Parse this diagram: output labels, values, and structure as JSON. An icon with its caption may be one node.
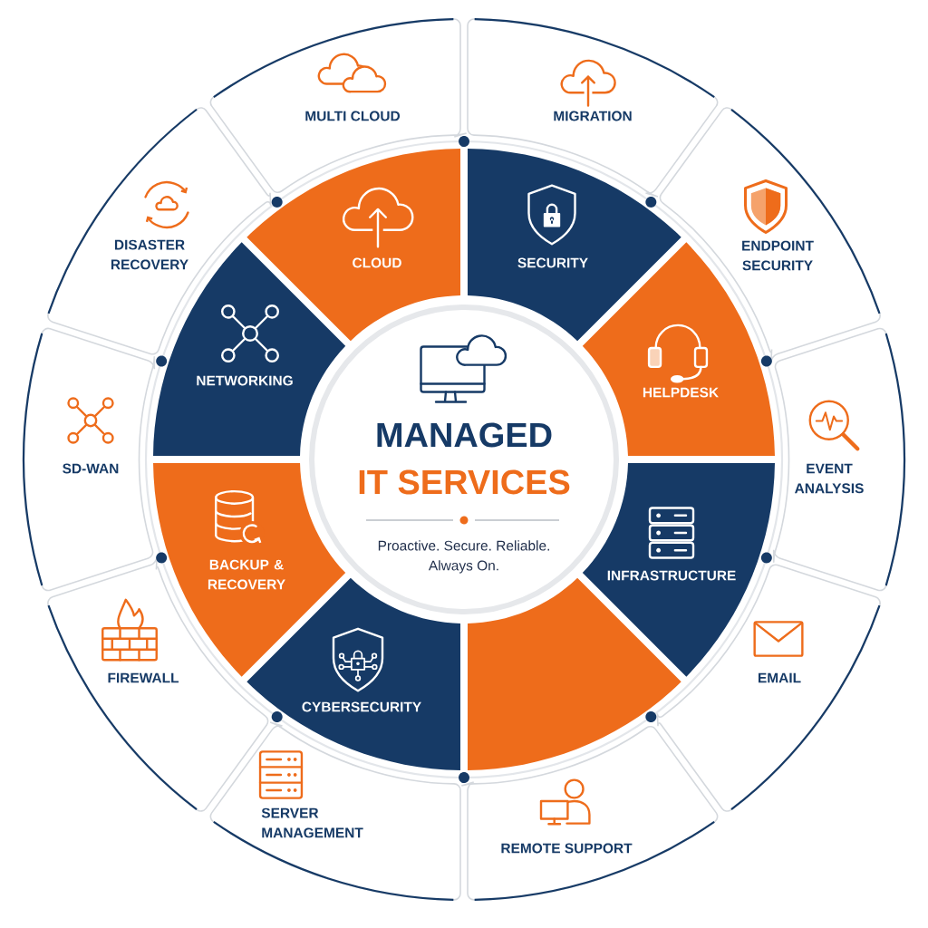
{
  "diagram": {
    "nodes": [
      {
        "text": [
          "MANAGED",
          "IT SERVICES",
          "Proactive. Secure. Reliable. Always On."
        ]
      },
      {
        "text": [
          "CLOUD"
        ]
      },
      {
        "text": [
          "SECURITY"
        ]
      },
      {
        "text": [
          "HELPDESK"
        ]
      },
      {
        "text": [
          "INFRASTRUCTURE"
        ]
      },
      {
        "text": [],
        "shape": "sector"
      },
      {
        "text": [
          "CYBERSECURITY"
        ]
      },
      {
        "text": [
          "BACKUP & RECOVERY"
        ]
      },
      {
        "text": [
          "NETWORKING"
        ]
      },
      {
        "text": [
          "MULTI CLOUD"
        ]
      },
      {
        "text": [
          "MIGRATION"
        ]
      },
      {
        "text": [
          "ENDPOINT SECURITY"
        ]
      },
      {
        "text": [
          "EVENT ANALYSIS"
        ]
      },
      {
        "text": [
          "EMAIL"
        ]
      },
      {
        "text": [
          "REMOTE SUPPORT"
        ]
      },
      {
        "text": [
          "SERVER MANAGEMENT"
        ]
      },
      {
        "text": [
          "FIREWALL"
        ]
      },
      {
        "text": [
          "SD-WAN"
        ]
      },
      {
        "text": [
          "DISASTER RECOVERY"
        ]
      }
    ]
  }
}
